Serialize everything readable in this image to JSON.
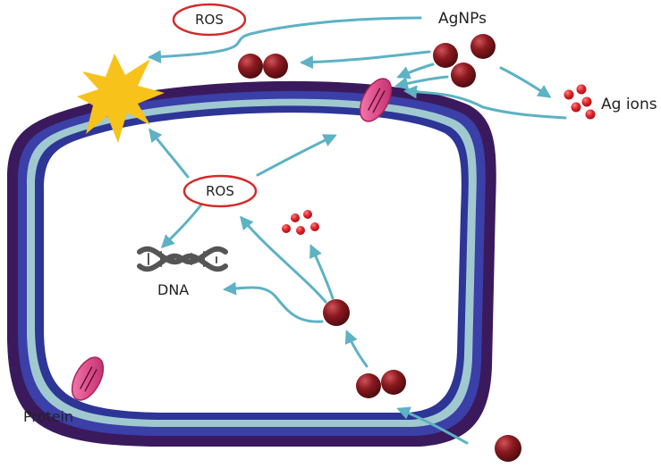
{
  "labels": {
    "ros_outside": "ROS",
    "ros_inside": "ROS",
    "agnps": "AgNPs",
    "ag_ions": "Ag ions",
    "dna": "DNA",
    "protein": "Protein"
  },
  "colors": {
    "arrow": "#5db2c4",
    "membrane_outer": "#3a1a5c",
    "membrane_blue": "#3b3fa8",
    "membrane_light": "#9fc9cf",
    "membrane_inner": "#2d3596",
    "nanoparticle": "#8a1a1f",
    "ion": "#d6262b",
    "ros_outline": "#d32a2a",
    "burst": "#f7c21a",
    "protein": "#e04f8c",
    "dna": "#555555"
  }
}
